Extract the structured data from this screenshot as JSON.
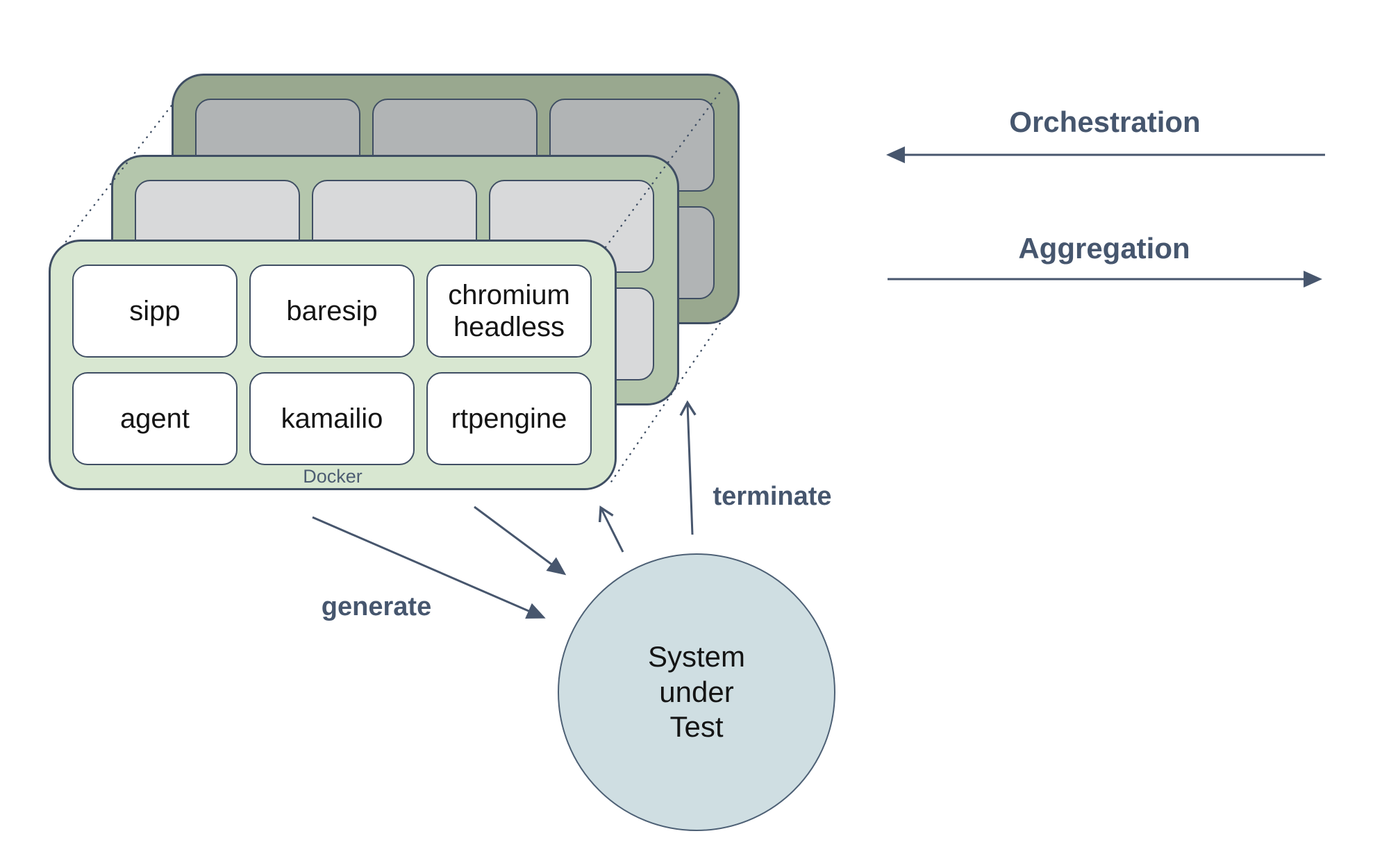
{
  "stack": {
    "container_label": "Docker",
    "layer_count": 3,
    "front_boxes": [
      "sipp",
      "baresip",
      "chromium headless",
      "agent",
      "kamailio",
      "rtpengine"
    ]
  },
  "arrows": {
    "orchestration_label": "Orchestration",
    "aggregation_label": "Aggregation",
    "generate_label": "generate",
    "terminate_label": "terminate"
  },
  "sut": {
    "lines": [
      "System",
      "under",
      "Test"
    ]
  },
  "colors": {
    "line": "#3f4e63",
    "arrow": "#47566d",
    "label": "#46566e",
    "docker-label": "#4d5d72",
    "box-text": "#141414",
    "back-fill": "#99a88f",
    "back-box": "#b1b4b5",
    "mid-fill": "#b4c6ac",
    "mid-box": "#d8d9da",
    "front-fill": "#d8e7d1",
    "front-box": "#ffffff",
    "circle-fill": "#cfdee2",
    "circle-line": "#4d6075"
  }
}
